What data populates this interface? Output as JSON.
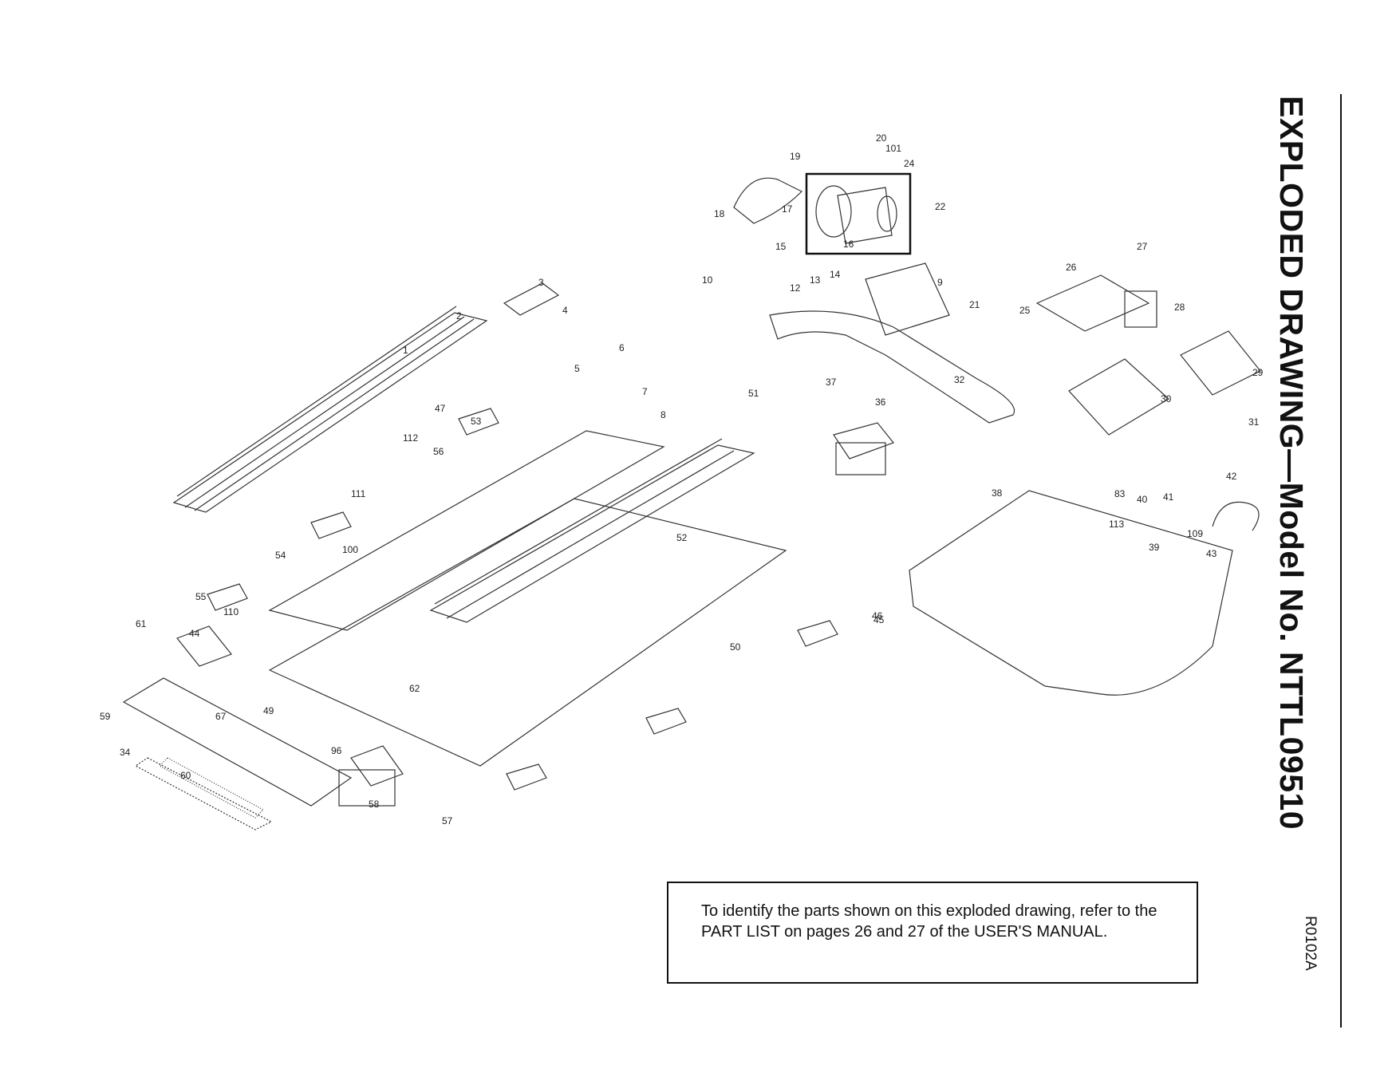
{
  "title": "EXPLODED DRAWING—Model No. NTTL09510",
  "drawing_code": "R0102A",
  "note": "To identify the parts shown on this exploded drawing, refer to the PART LIST on pages 26 and 27 of the USER'S MANUAL.",
  "callouts": [
    "1",
    "2",
    "3",
    "4",
    "5",
    "6",
    "7",
    "8",
    "9",
    "10",
    "12",
    "13",
    "14",
    "15",
    "16",
    "17",
    "18",
    "19",
    "20",
    "21",
    "22",
    "24",
    "25",
    "26",
    "27",
    "28",
    "29",
    "30",
    "31",
    "32",
    "34",
    "36",
    "37",
    "38",
    "39",
    "40",
    "41",
    "42",
    "43",
    "44",
    "45",
    "46",
    "47",
    "49",
    "50",
    "51",
    "52",
    "53",
    "54",
    "55",
    "56",
    "57",
    "58",
    "59",
    "60",
    "61",
    "62",
    "67",
    "83",
    "96",
    "100",
    "101",
    "109",
    "110",
    "111",
    "112",
    "113"
  ]
}
